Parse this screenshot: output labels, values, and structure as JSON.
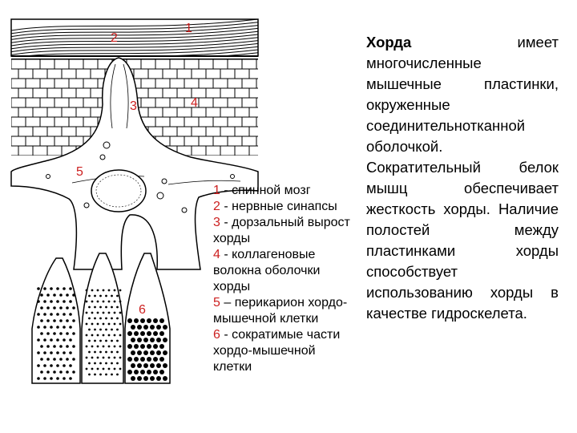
{
  "diagram": {
    "labels": {
      "n1": "1",
      "n2": "2",
      "n3": "3",
      "n4": "4",
      "n5": "5",
      "n6": "6"
    },
    "label_color": "#cc1f1f",
    "line_color": "#000000"
  },
  "legend": {
    "items": [
      {
        "num": "1",
        "text": " - спинной мозг"
      },
      {
        "num": "2",
        "text": " - нервные синапсы"
      },
      {
        "num": "3",
        "text": " - дорзальный вырост хорды"
      },
      {
        "num": "4",
        "text": " - коллагеновые волокна оболочки хорды"
      },
      {
        "num": "5",
        "text": " – перикарион хордо-мышечной клетки"
      },
      {
        "num": "6",
        "text": " - сократимые части хордо-мышечной клетки"
      }
    ]
  },
  "description": {
    "lead": "Хорда",
    "text": " имеет многочисленные мышечные пластинки, окруженные соединительнотканной оболочкой. Сократительный белок мышц обеспечивает жесткость хорды. Наличие полостей между пластинками хорды способствует использованию хорды в качестве гидроскелета."
  }
}
